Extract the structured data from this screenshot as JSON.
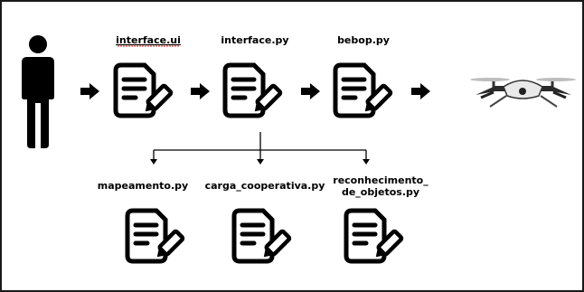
{
  "nodes": {
    "interface_ui": {
      "label": "interface.ui"
    },
    "interface_py": {
      "label": "interface.py"
    },
    "bebop_py": {
      "label": "bebop.py"
    },
    "mapeamento_py": {
      "label": "mapeamento.py"
    },
    "carga_cooperativa_py": {
      "label": "carga_cooperativa.py"
    },
    "reconhecimento_py": {
      "label_line1": "reconhecimento_",
      "label_line2": "de_objetos.py"
    }
  },
  "icons": {
    "user": "person-icon",
    "file": "document-edit-icon",
    "drone": "drone-icon",
    "arrow": "arrow-right-icon"
  },
  "colors": {
    "stroke": "#000000",
    "underline": "#dd2222"
  }
}
